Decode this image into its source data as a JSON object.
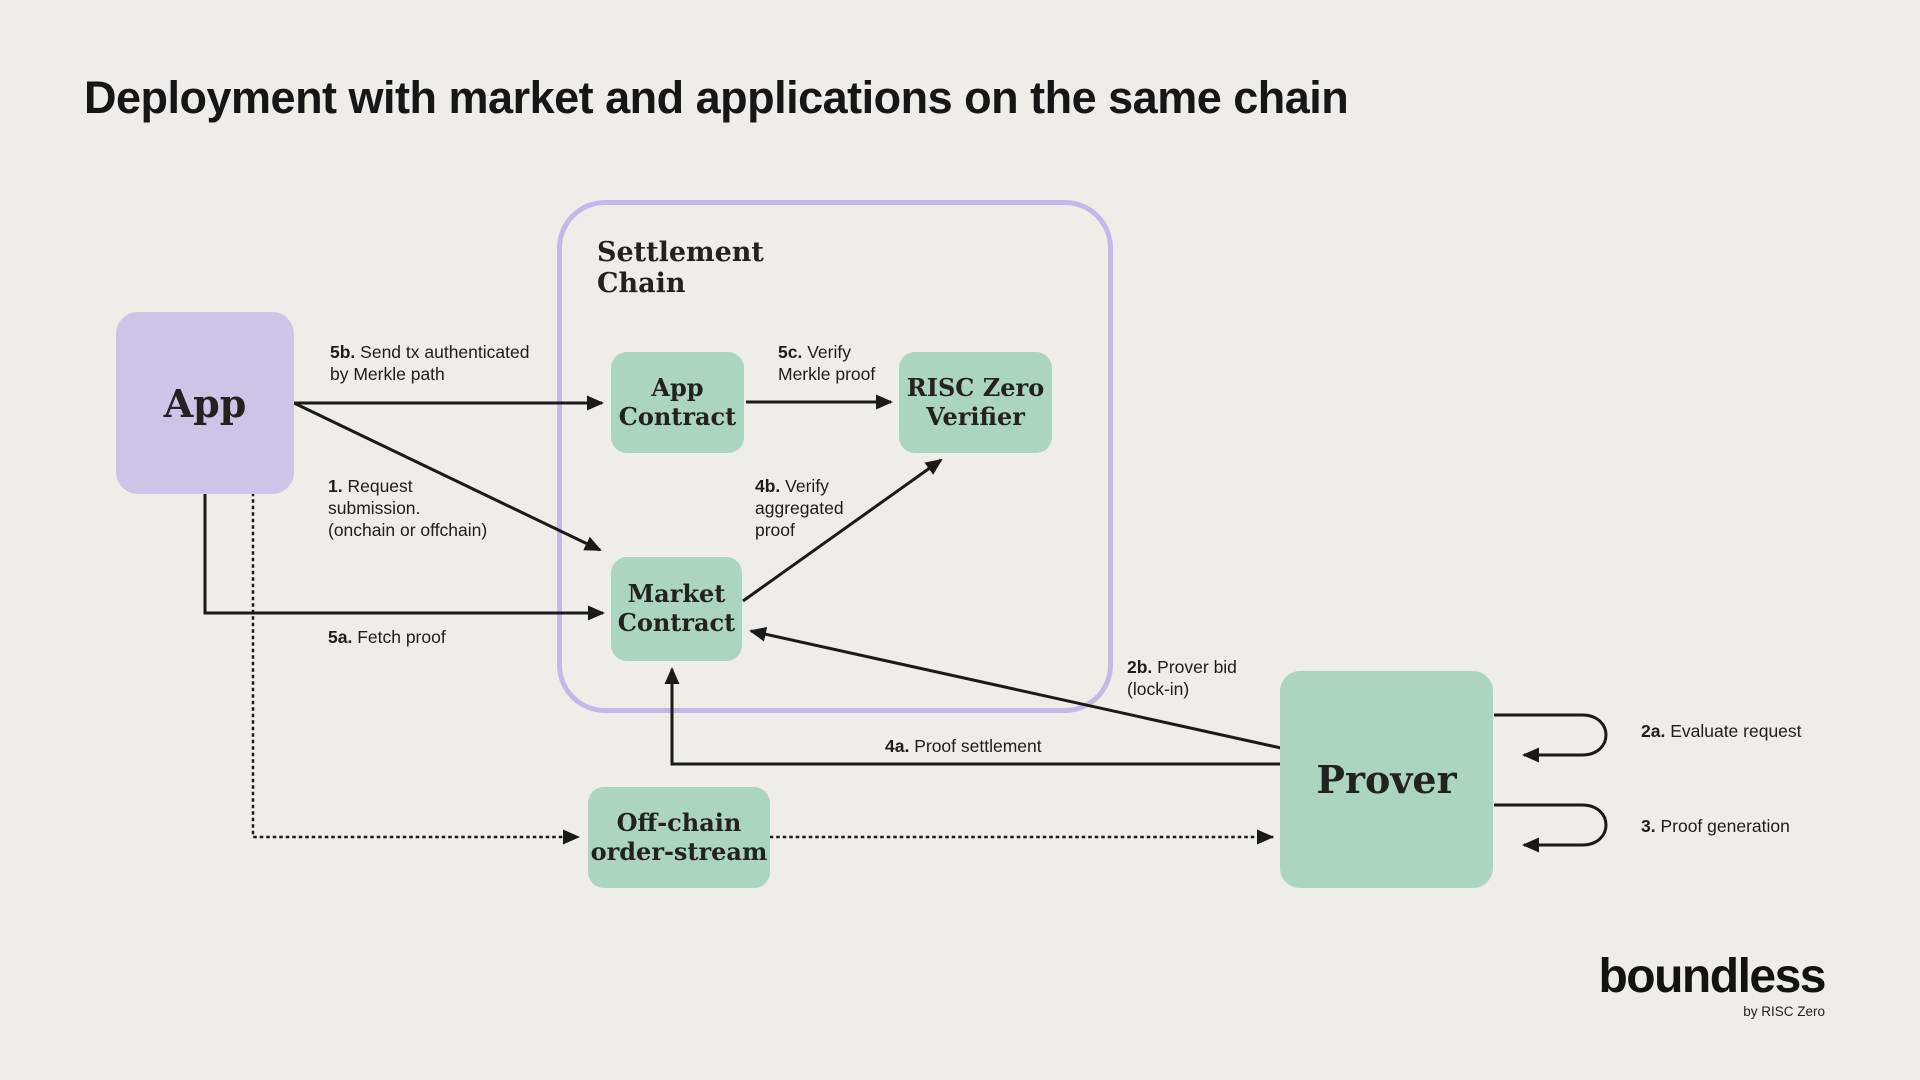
{
  "title": "Deployment with market and applications on the same chain",
  "diagram": {
    "nodes": {
      "app": {
        "lines": [
          "App"
        ]
      },
      "settlement_chain": {
        "lines": [
          "Settlement",
          "Chain"
        ]
      },
      "app_contract": {
        "lines": [
          "App",
          "Contract"
        ]
      },
      "risc_zero_verifier": {
        "lines": [
          "RISC Zero",
          "Verifier"
        ]
      },
      "market_contract": {
        "lines": [
          "Market",
          "Contract"
        ]
      },
      "prover": {
        "lines": [
          "Prover"
        ]
      },
      "offchain_order_stream": {
        "lines": [
          "Off-chain",
          "order-stream"
        ]
      }
    },
    "edge_labels": {
      "e5b": {
        "lines": [
          "5b. Send tx authenticated",
          "by Merkle path"
        ]
      },
      "e1": {
        "lines": [
          "1. Request",
          "submission.",
          "(onchain or offchain)"
        ]
      },
      "e5a": {
        "lines": [
          "5a. Fetch proof"
        ]
      },
      "e5c": {
        "lines": [
          "5c. Verify",
          "Merkle proof"
        ]
      },
      "e4b": {
        "lines": [
          "4b. Verify",
          "aggregated",
          "proof"
        ]
      },
      "e4a": {
        "lines": [
          "4a. Proof settlement"
        ]
      },
      "e2b": {
        "lines": [
          "2b. Prover bid",
          "(lock-in)"
        ]
      },
      "e2a": {
        "lines": [
          "2a. Evaluate request"
        ]
      },
      "e3": {
        "lines": [
          "3. Proof generation"
        ]
      }
    },
    "colors": {
      "background": "#efede8",
      "app_fill": "#cdc4e7",
      "contract_fill": "#abd5bf",
      "settlement_border": "#c5b8e9",
      "line": "#1a1a18"
    }
  },
  "logo": {
    "brand": "boundless",
    "byline": "by RISC Zero"
  }
}
